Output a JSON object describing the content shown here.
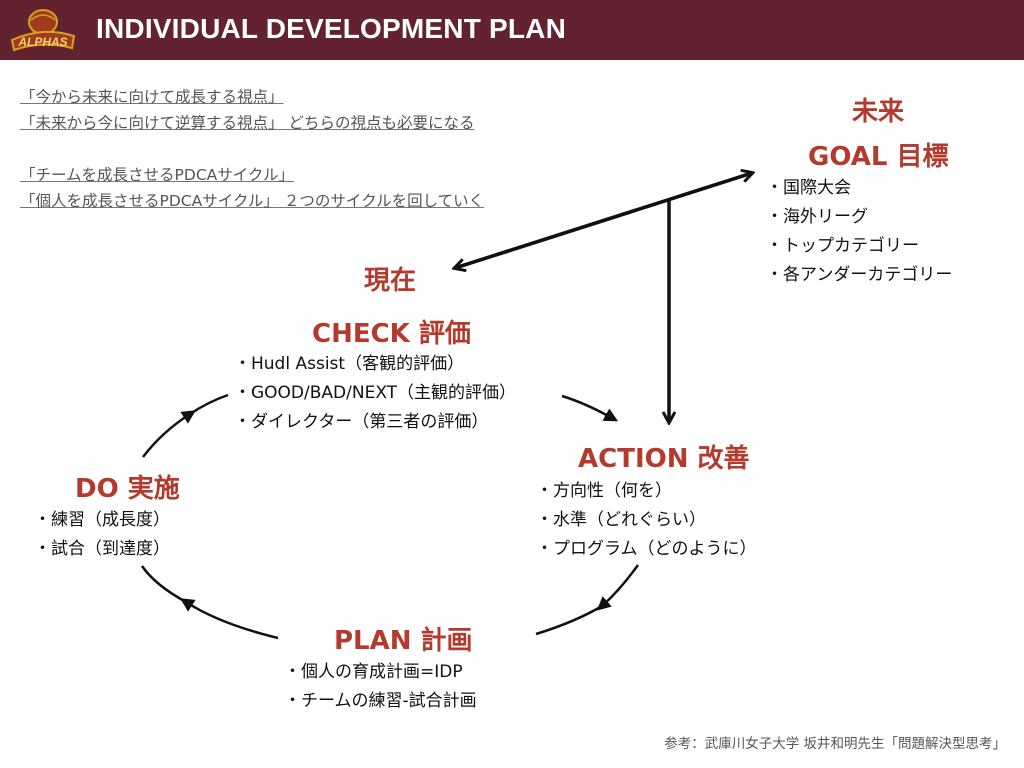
{
  "header": {
    "title": "INDIVIDUAL DEVELOPMENT PLAN",
    "logo_text": "ALPHAS"
  },
  "notes": {
    "line1": "「今から未来に向けて成長する視点」",
    "line2_quote": "「未来から今に向けて逆算する視点」",
    "line2_tail": "どちらの視点も必要になる",
    "line3": "「チームを成長させるPDCAサイクル」",
    "line4_quote": "「個人を成長させるPDCAサイクル」",
    "line4_tail": "２つのサイクルを回していく"
  },
  "goal": {
    "title": "未来",
    "subtitle": "GOAL 目標",
    "items": [
      "国際大会",
      "海外リーグ",
      "トップカテゴリー",
      "各アンダーカテゴリー"
    ]
  },
  "present": {
    "title": "現在"
  },
  "check": {
    "title": "CHECK 評価",
    "items": [
      "Hudl Assist（客観的評価）",
      "GOOD/BAD/NEXT（主観的評価）",
      "ダイレクター（第三者の評価）"
    ]
  },
  "action": {
    "title": "ACTION 改善",
    "items": [
      "方向性（何を）",
      "水準（どれぐらい）",
      "プログラム（どのように）"
    ]
  },
  "do": {
    "title": "DO 実施",
    "items": [
      "練習（成長度）",
      "試合（到達度）"
    ]
  },
  "plan": {
    "title": "PLAN 計画",
    "items": [
      "個人の育成計画=IDP",
      "チームの練習-試合計画"
    ]
  },
  "credit": "参考：武庫川女子大学 坂井和明先生「問題解決型思考」",
  "colors": {
    "header_bg": "#62222f",
    "heading": "#b33a2d",
    "logo_gold": "#d8a31c"
  }
}
